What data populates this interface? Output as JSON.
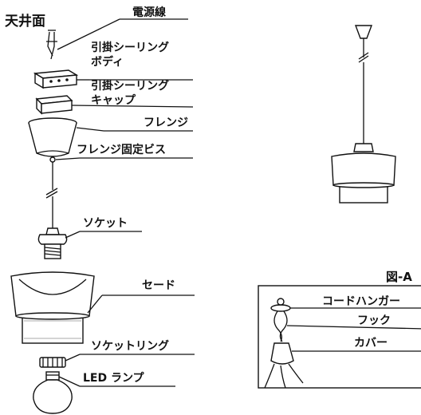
{
  "labels": {
    "ceiling": "天井面",
    "power_cord": "電源線",
    "ceiling_body_1": "引掛シーリング",
    "ceiling_body_2": "ボディ",
    "ceiling_cap_1": "引掛シーリング",
    "ceiling_cap_2": "キャップ",
    "flange": "フレンジ",
    "flange_screw": "フレンジ固定ビス",
    "socket": "ソケット",
    "shade": "セード",
    "socket_ring": "ソケットリング",
    "led_lamp": "LED ランプ"
  },
  "inset": {
    "title": "図-A",
    "cord_hanger": "コードハンガー",
    "hook": "フック",
    "cover": "カバー"
  }
}
